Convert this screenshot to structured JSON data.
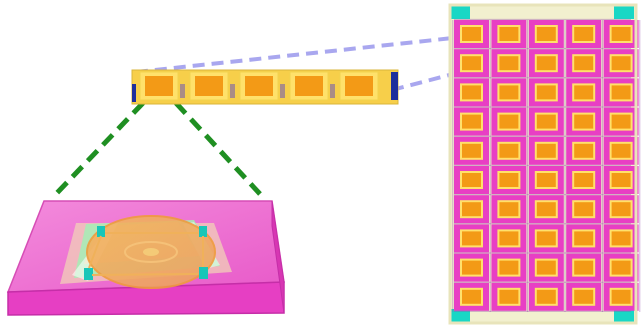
{
  "figure": {
    "background": "#ffffff",
    "colors": {
      "substrate_magenta": "#e83fc4",
      "substrate_light": "#f07bd6",
      "substrate_dark": "#c52ea8",
      "cell_orange": "#f39a16",
      "cell_border": "#ffe16b",
      "strip_fill": "#f7cf4a",
      "strip_end": "#1d2e9c",
      "array_frame": "#f2f0cf",
      "corner_cyan": "#19d7c5",
      "zoom_line_blue": "#a9a7ef",
      "zoom_line_green": "#1f8f22",
      "device_green": "#a9ecb6",
      "device_beige": "#e5d6a0"
    },
    "components": {
      "device_icon": "substrate-with-device",
      "strip_icon": "single-row-cell-strip",
      "array_icon": "cell-array-grid"
    },
    "array": {
      "rows": 10,
      "columns": 5
    },
    "strip": {
      "cells": 5
    }
  }
}
